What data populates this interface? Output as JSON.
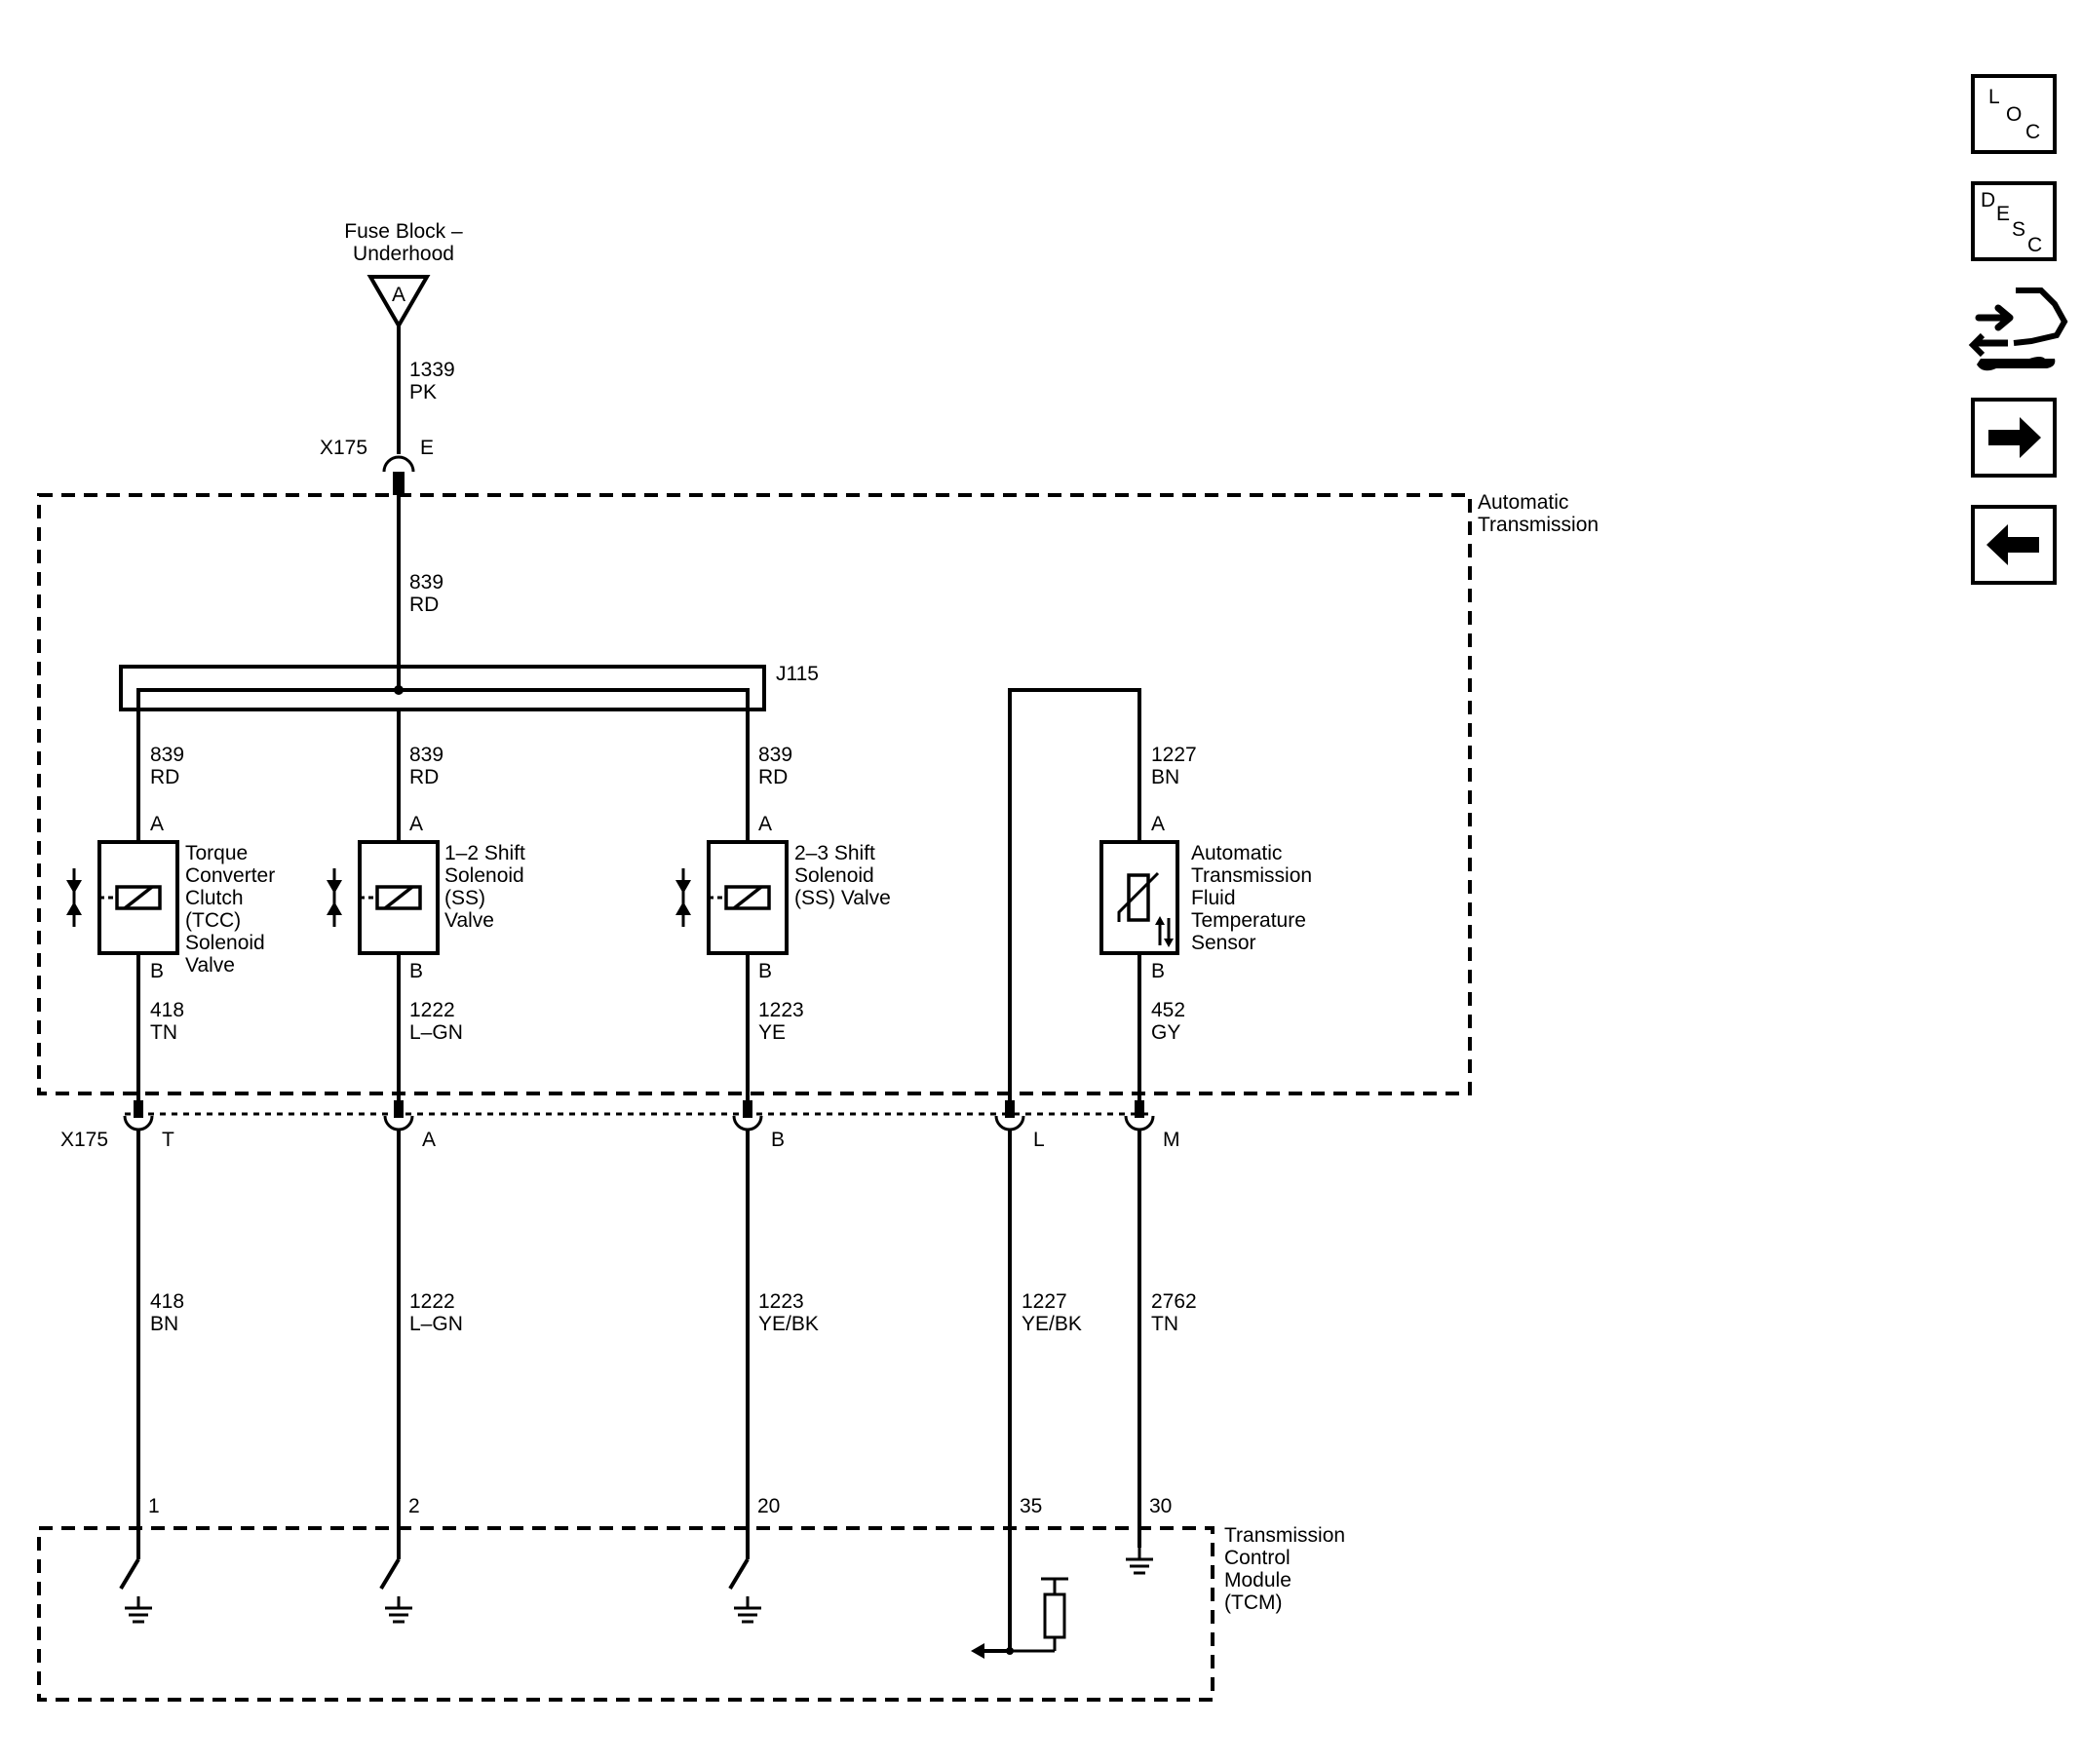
{
  "fuse": {
    "line1": "Fuse Block –",
    "line2": "Underhood",
    "pin": "A"
  },
  "top_wire": {
    "num": "1339",
    "color": "PK"
  },
  "top_conn": {
    "name": "X175",
    "pin": "E"
  },
  "at_box": {
    "line1": "Automatic",
    "line2": "Transmission"
  },
  "feed_wire": {
    "num": "839",
    "color": "RD"
  },
  "splice": "J115",
  "components": [
    {
      "wire_a_num": "839",
      "wire_a_color": "RD",
      "pin_a": "A",
      "pin_b": "B",
      "label": [
        "Torque",
        "Converter",
        "Clutch",
        "(TCC)",
        "Solenoid",
        "Valve"
      ],
      "wire_b_num": "418",
      "wire_b_color": "TN"
    },
    {
      "wire_a_num": "839",
      "wire_a_color": "RD",
      "pin_a": "A",
      "pin_b": "B",
      "label": [
        "1–2 Shift",
        "Solenoid",
        "(SS)",
        "Valve"
      ],
      "wire_b_num": "1222",
      "wire_b_color": "L–GN"
    },
    {
      "wire_a_num": "839",
      "wire_a_color": "RD",
      "pin_a": "A",
      "pin_b": "B",
      "label": [
        "2–3 Shift",
        "Solenoid",
        "(SS) Valve"
      ],
      "wire_b_num": "1223",
      "wire_b_color": "YE"
    },
    {
      "wire_a_num": "1227",
      "wire_a_color": "BN",
      "pin_a": "A",
      "pin_b": "B",
      "label": [
        "Automatic",
        "Transmission",
        "Fluid",
        "Temperature",
        "Sensor"
      ],
      "wire_b_num": "452",
      "wire_b_color": "GY"
    }
  ],
  "bottom_conn": {
    "name": "X175",
    "pins": [
      "T",
      "A",
      "B",
      "L",
      "M"
    ]
  },
  "lower_wires": [
    {
      "num": "418",
      "color": "BN"
    },
    {
      "num": "1222",
      "color": "L–GN"
    },
    {
      "num": "1223",
      "color": "YE/BK"
    },
    {
      "num": "1227",
      "color": "YE/BK"
    },
    {
      "num": "2762",
      "color": "TN"
    }
  ],
  "tcm_pins": [
    "1",
    "2",
    "20",
    "35",
    "30"
  ],
  "tcm_box": {
    "line1": "Transmission",
    "line2": "Control",
    "line3": "Module",
    "line4": "(TCM)"
  },
  "nav": {
    "loc": [
      "L",
      "O",
      "C"
    ],
    "desc": [
      "D",
      "E",
      "S",
      "C"
    ],
    "icons": [
      "connector-wrench-icon",
      "arrow-right-icon",
      "arrow-left-icon"
    ]
  }
}
